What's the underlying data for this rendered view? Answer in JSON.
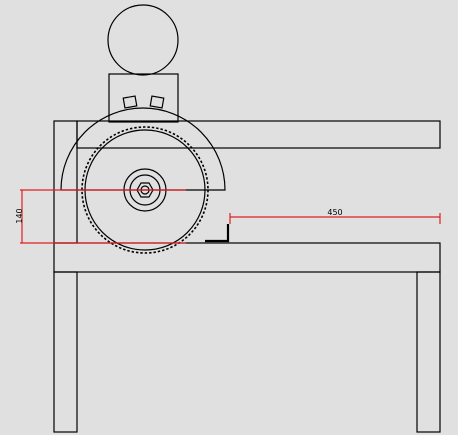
{
  "dimensions": {
    "height_label": "140",
    "length_label": "450"
  },
  "colors": {
    "background": "#e0e0e0",
    "line": "#000000",
    "dimension": "#e02020"
  },
  "saw_blade": {
    "tooth_count": 90
  }
}
